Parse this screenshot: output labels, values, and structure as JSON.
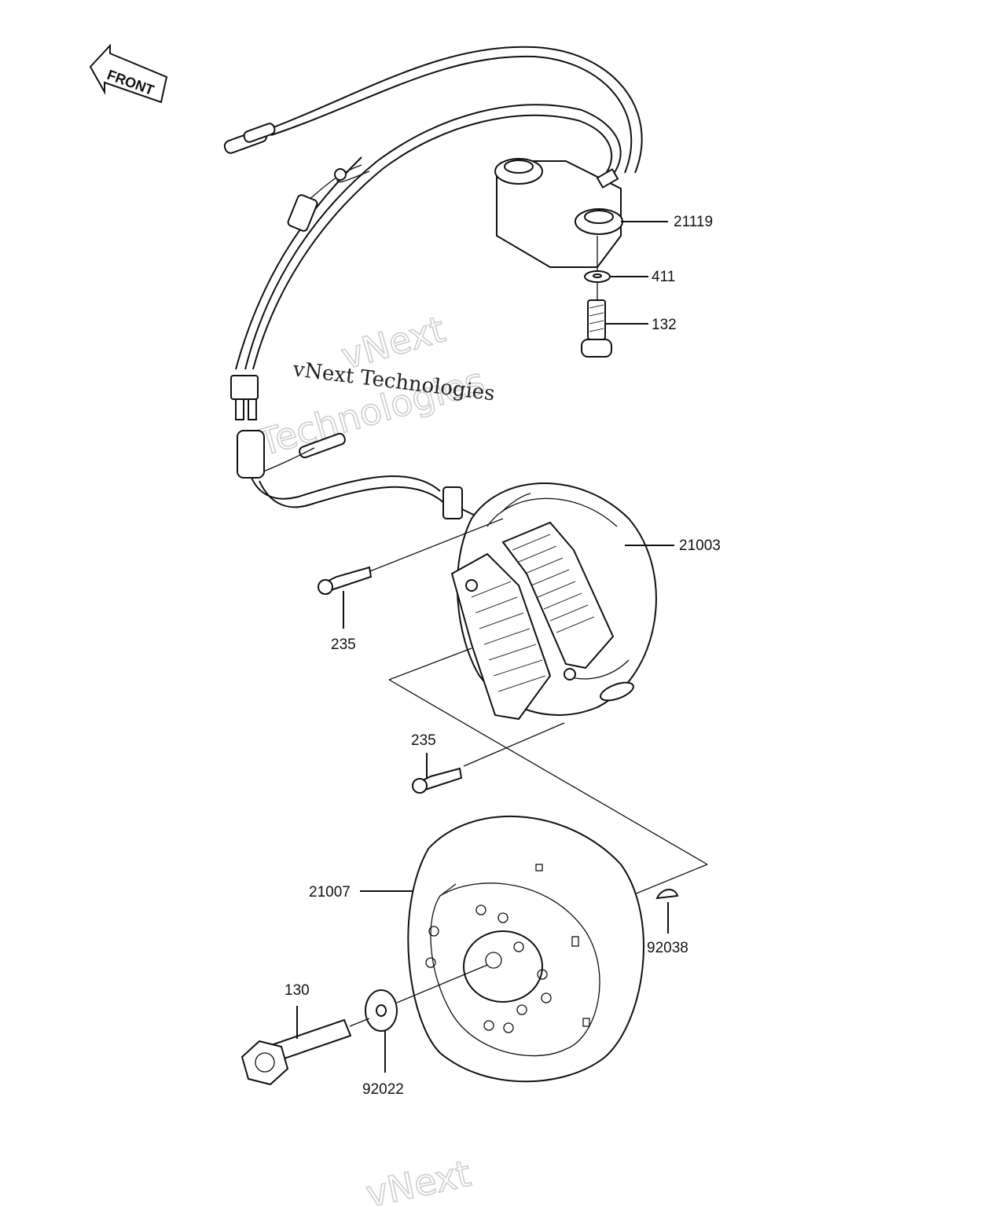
{
  "front_arrow": {
    "label": "FRONT"
  },
  "watermark": {
    "line1": "vNext",
    "line2": "Technologies",
    "small": "vNext Technologies",
    "footer": "vNext"
  },
  "callouts": {
    "p21119": "21119",
    "p411": "411",
    "p132": "132",
    "p21003": "21003",
    "p235_upper": "235",
    "p235_lower": "235",
    "p21007": "21007",
    "p92038": "92038",
    "p130": "130",
    "p92022": "92022"
  }
}
